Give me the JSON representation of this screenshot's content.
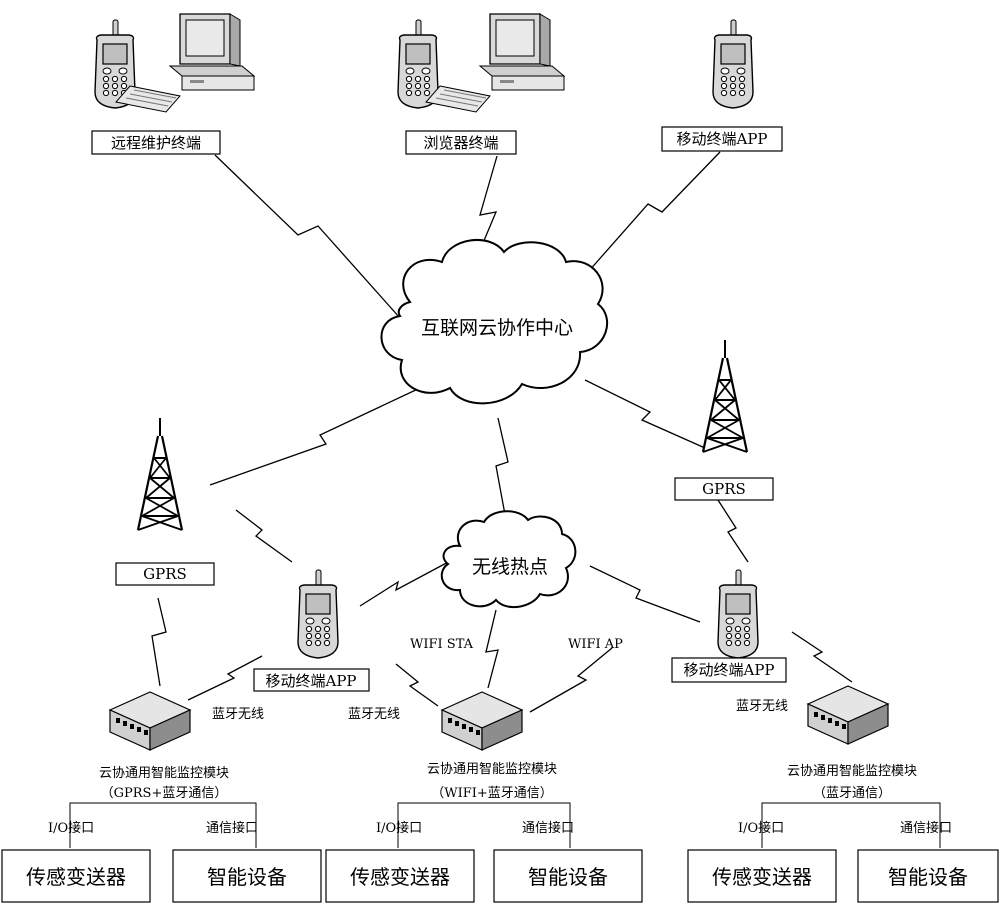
{
  "top_terminals": {
    "remote": "远程维护终端",
    "browser": "浏览器终端",
    "mobile_app": "移动终端APP"
  },
  "cloud_center": "互联网云协作中心",
  "hotspot": "无线热点",
  "gprs_left": "GPRS",
  "gprs_right": "GPRS",
  "mobile_app_middle": "移动终端APP",
  "mobile_app_right": "移动终端APP",
  "links": {
    "wifi_sta": "WIFI STA",
    "wifi_ap": "WIFI AP",
    "bt_left": "蓝牙无线",
    "bt_middle": "蓝牙无线",
    "bt_right": "蓝牙无线"
  },
  "modules": [
    {
      "name": "云协通用智能监控模块",
      "comm": "（GPRS+蓝牙通信）",
      "io_label": "I/O接口",
      "comm_label": "通信接口",
      "sensor": "传感变送器",
      "device": "智能设备"
    },
    {
      "name": "云协通用智能监控模块",
      "comm": "（WIFI+蓝牙通信）",
      "io_label": "I/O接口",
      "comm_label": "通信接口",
      "sensor": "传感变送器",
      "device": "智能设备"
    },
    {
      "name": "云协通用智能监控模块",
      "comm": "（蓝牙通信）",
      "io_label": "I/O接口",
      "comm_label": "通信接口",
      "sensor": "传感变送器",
      "device": "智能设备"
    }
  ]
}
